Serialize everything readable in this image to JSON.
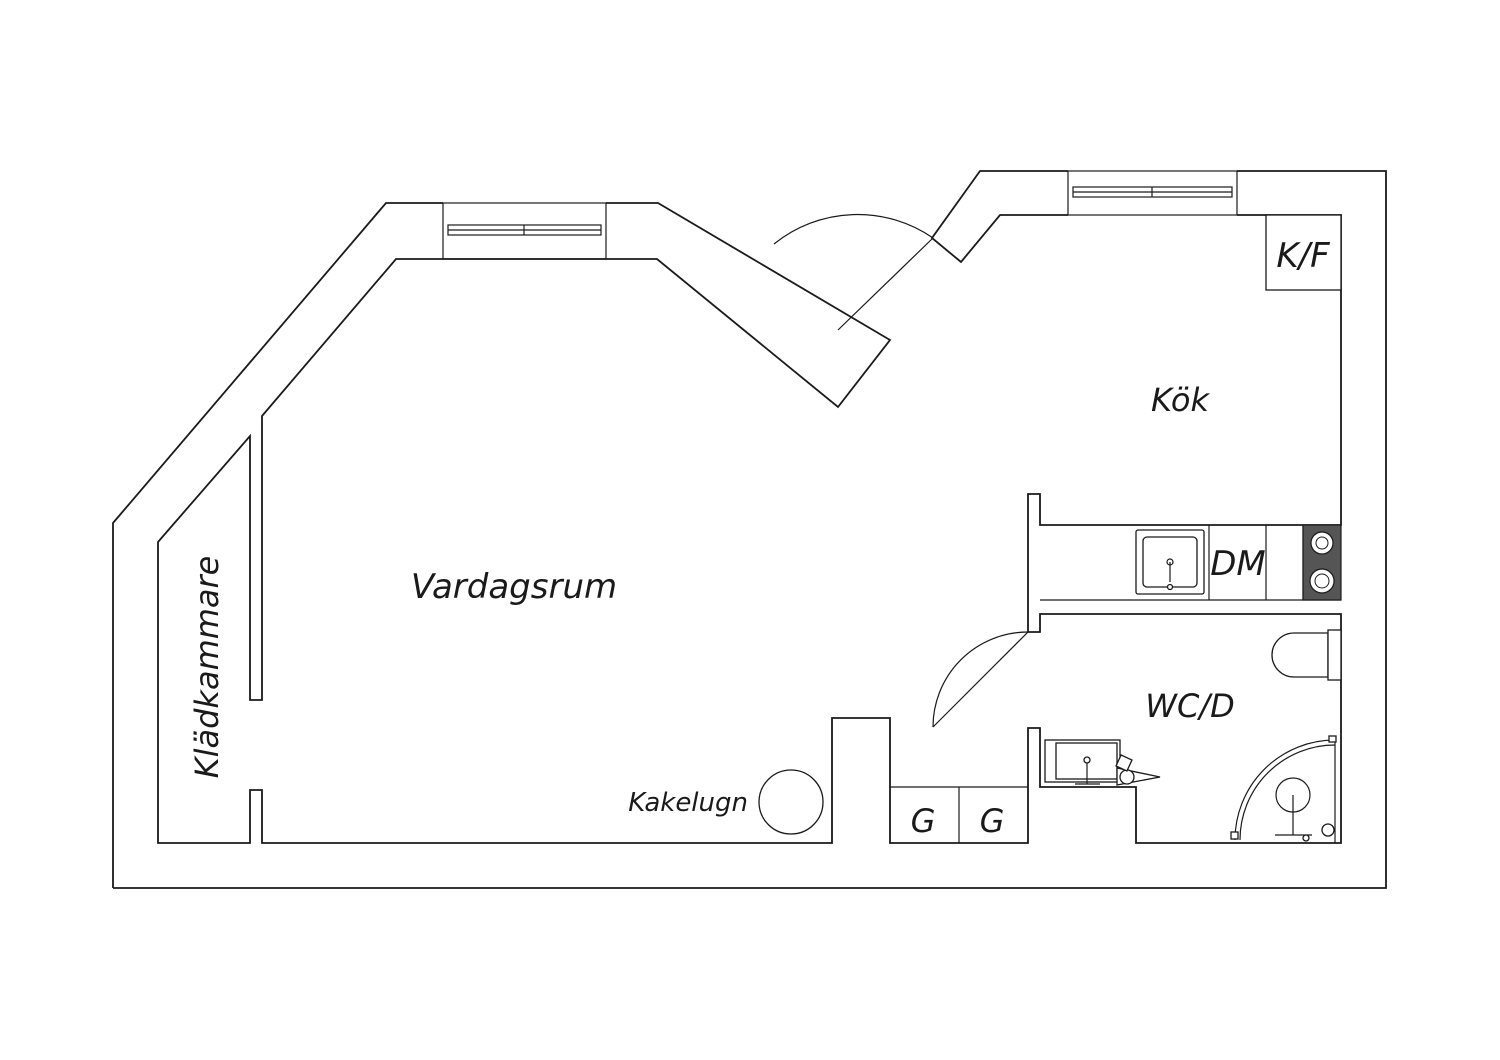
{
  "rooms": {
    "living_room": "Vardagsrum",
    "kitchen": "Kök",
    "bathroom": "WC/D",
    "walk_in_closet": "Klädkammare"
  },
  "fixtures": {
    "fridge_freezer": "K/F",
    "dishwasher": "DM",
    "tiled_stove": "Kakelugn",
    "wardrobe_1": "G",
    "wardrobe_2": "G"
  },
  "colors": {
    "line": "#1a1a1a",
    "background": "#ffffff",
    "stove_top": "#555555"
  }
}
